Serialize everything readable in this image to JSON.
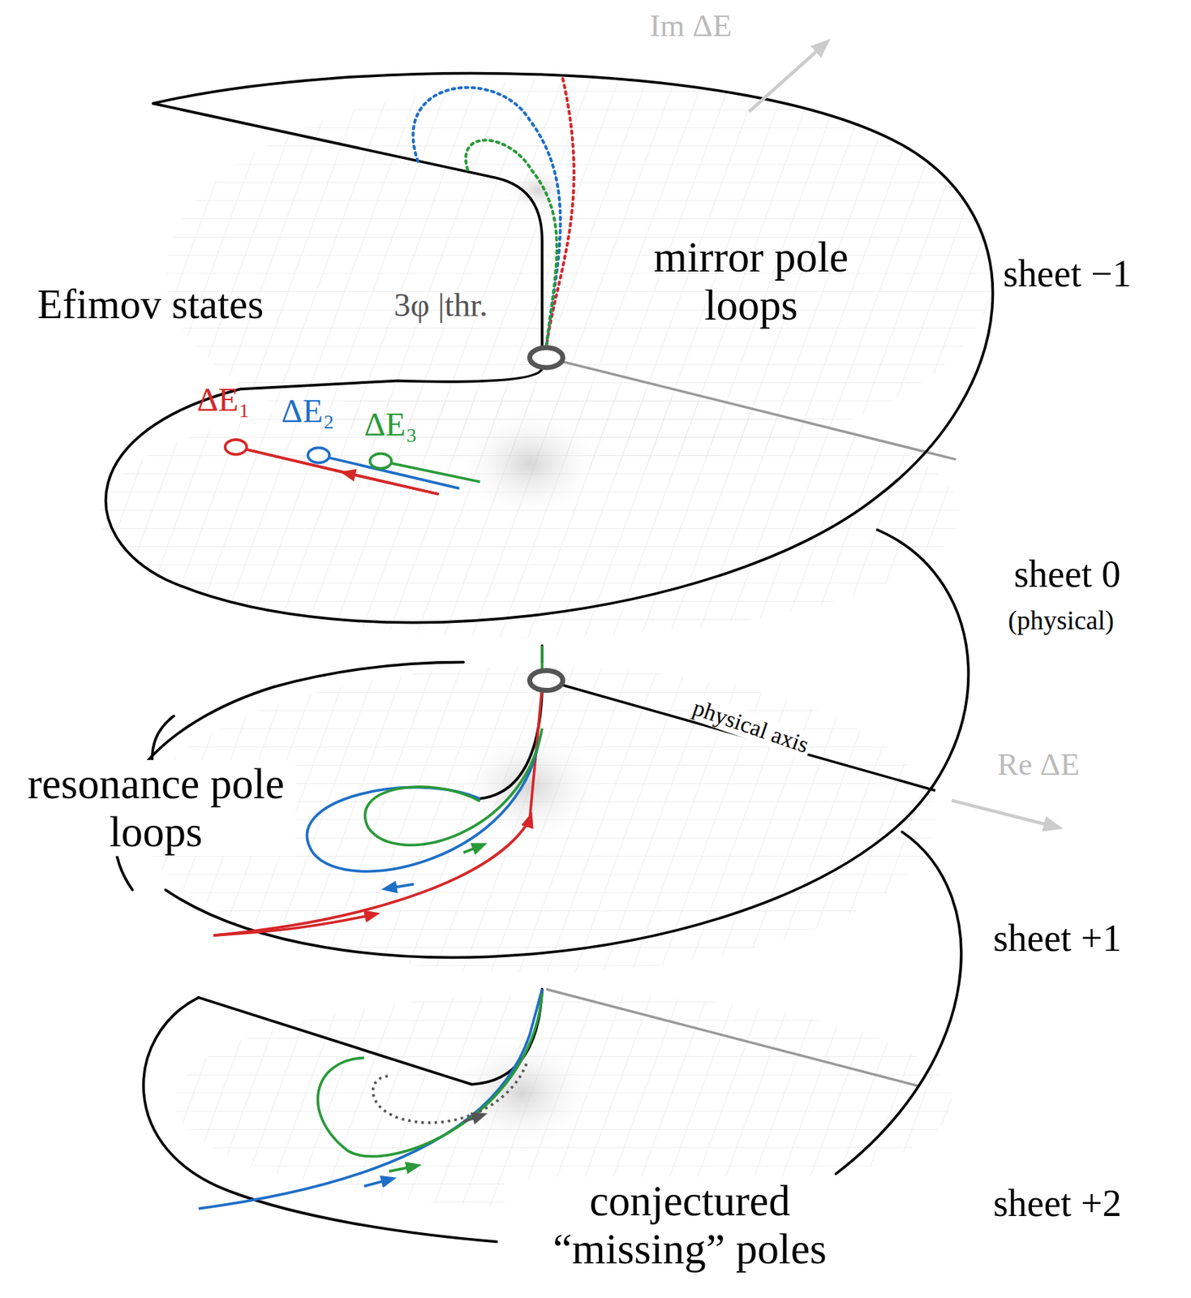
{
  "diagram": {
    "labels": [
      "Im ΔE",
      "mirror pole loops",
      "sheet −1",
      "Efimov states",
      "3φ |thr.",
      "ΔE₁",
      "ΔE₂",
      "ΔE₃",
      "sheet 0",
      "(physical)",
      "physical axis",
      "Re ΔE",
      "resonance pole loops",
      "sheet +1",
      "sheet +2",
      "conjectured “missing” poles"
    ]
  }
}
